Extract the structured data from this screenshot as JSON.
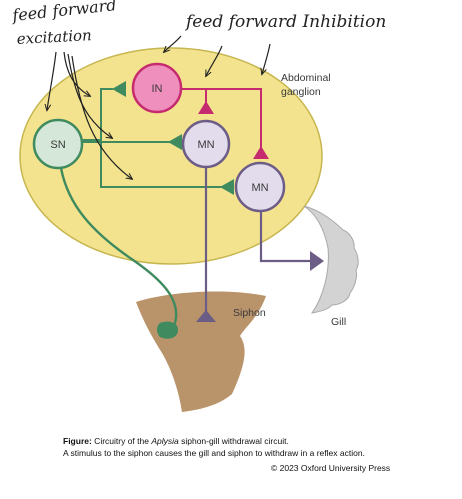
{
  "annotations": {
    "excitation_line1": "feed forward",
    "excitation_line2": "excitation",
    "inhibition": "feed forward Inhibition"
  },
  "labels": {
    "ganglion_line1": "Abdominal",
    "ganglion_line2": "ganglion",
    "siphon": "Siphon",
    "gill": "Gill"
  },
  "neurons": {
    "sensory": "SN",
    "interneuron": "IN",
    "motor_1": "MN",
    "motor_2": "MN"
  },
  "caption": {
    "figure_label": "Figure:",
    "line1_pre": " Circuitry of the ",
    "line1_italic": "Aplysia",
    "line1_post": " siphon-gill withdrawal circuit.",
    "line2": "A stimulus to the siphon causes the gill and siphon to withdraw in a reflex action."
  },
  "copyright": "© 2023 Oxford University Press",
  "colors": {
    "ganglion_fill": "#f3e38e",
    "ganglion_stroke": "#c7b64f",
    "sensory_fill": "#d4e7d8",
    "sensory_stroke": "#3f8a5f",
    "interneuron_fill": "#ef8fbe",
    "interneuron_stroke": "#c52b6e",
    "motor_fill": "#e3dced",
    "motor_stroke": "#6c5d86",
    "siphon_fill": "#b9936a",
    "gill_fill": "#d3d3d3"
  }
}
